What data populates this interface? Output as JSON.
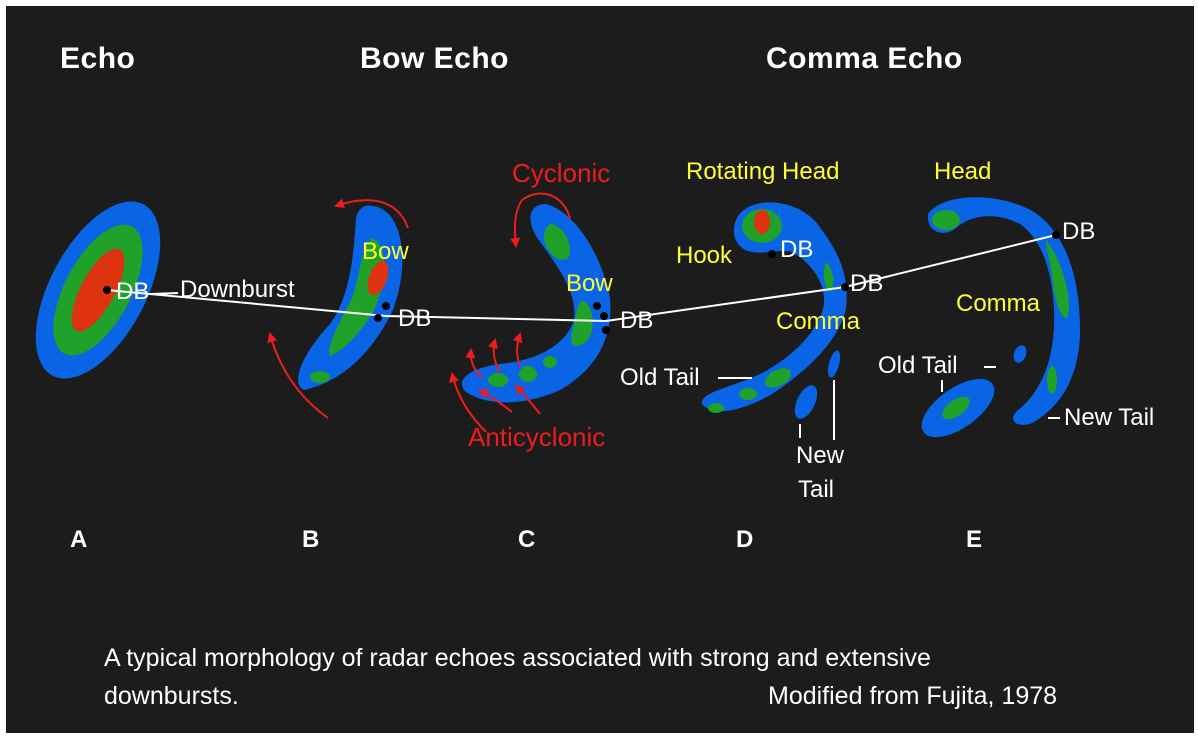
{
  "headings": {
    "echo": "Echo",
    "bow_echo": "Bow Echo",
    "comma_echo": "Comma Echo"
  },
  "stage_letters": [
    "A",
    "B",
    "C",
    "D",
    "E"
  ],
  "labels": {
    "downburst": "Downburst",
    "db": "DB",
    "bow": "Bow",
    "cyclonic": "Cyclonic",
    "anticyclonic": "Anticyclonic",
    "rotating_head": "Rotating Head",
    "hook": "Hook",
    "comma": "Comma",
    "old_tail": "Old Tail",
    "new_tail_line1": "New",
    "new_tail_line2": "Tail",
    "head": "Head",
    "new_tail": "New Tail"
  },
  "caption": {
    "line1": "A typical morphology of radar echoes associated with strong and extensive",
    "line2": "downbursts.",
    "credit": "Modified from Fujita, 1978"
  },
  "colors": {
    "background": "#1c1c1c",
    "echo_outer": "#0a64e6",
    "echo_mid": "#1fa12a",
    "echo_core": "#dd3311",
    "arrow": "#ee1c1c",
    "highlight_text": "#ffff33"
  }
}
